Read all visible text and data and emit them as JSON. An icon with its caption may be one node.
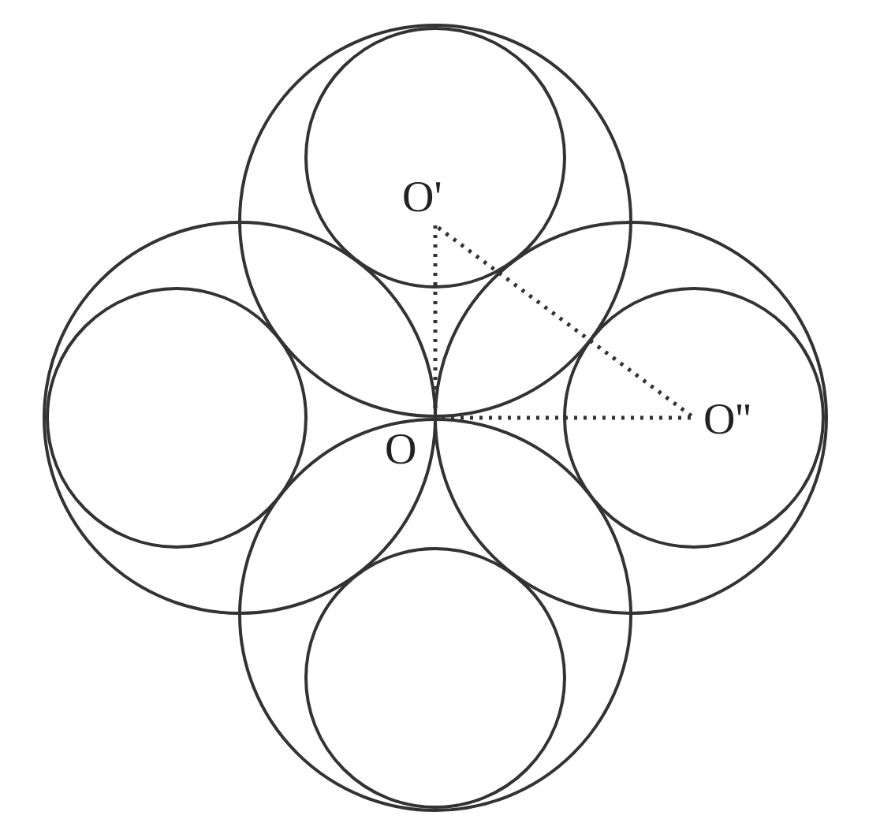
{
  "diagram": {
    "labels": [
      "O'",
      "O''",
      "O"
    ]
  }
}
